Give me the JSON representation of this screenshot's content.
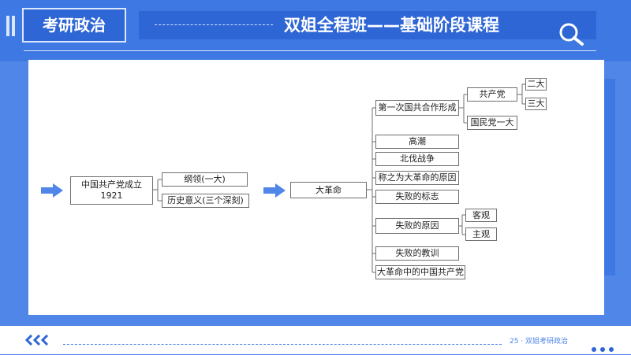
{
  "header": {
    "brand": "考研政治",
    "course_title": "双姐全程班——基础阶段课程"
  },
  "diagram": {
    "party_founding": {
      "label": "中国共产党成立\n1921"
    },
    "program": {
      "label": "纲领(一大)"
    },
    "significance": {
      "label": "历史意义(三个深刻)"
    },
    "great_revolution": {
      "label": "大革命"
    },
    "first_coop": {
      "label": "第一次国共合作形成"
    },
    "ccp": {
      "label": "共产党"
    },
    "second_congress": {
      "label": "二大"
    },
    "third_congress": {
      "label": "三大"
    },
    "kmt_first": {
      "label": "国民党一大"
    },
    "climax": {
      "label": "高潮"
    },
    "northern_expedition": {
      "label": "北伐战争"
    },
    "why_called": {
      "label": "称之为大革命的原因"
    },
    "failure_sign": {
      "label": "失败的标志"
    },
    "failure_reason": {
      "label": "失败的原因"
    },
    "objective": {
      "label": "客观"
    },
    "subjective": {
      "label": "主观"
    },
    "failure_lesson": {
      "label": "失败的教训"
    },
    "ccp_in_revolution": {
      "label": "大革命中的中国共产党"
    }
  },
  "footer": {
    "page_label": "25 · 双姐考研政治"
  },
  "icons": {
    "magnifier": "search-icon",
    "arrows": "right-arrow-icon",
    "chevrons": "chevron-left-icon"
  },
  "colors": {
    "background": "#4f86e8",
    "accent": "#2f66d6",
    "arrow": "#4f86e8"
  }
}
